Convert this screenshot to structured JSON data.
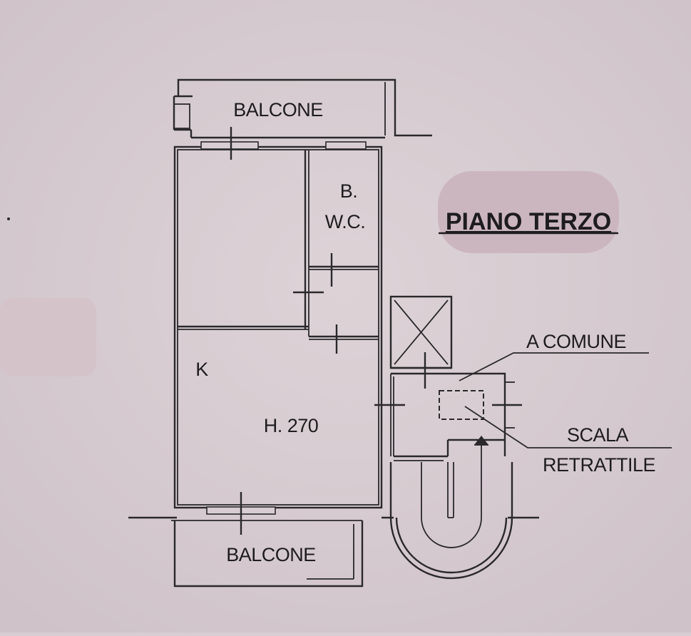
{
  "title": "PIANO TERZO",
  "labels": {
    "balcone_top": "BALCONE",
    "balcone_bottom": "BALCONE",
    "bath_1": "B.",
    "bath_2": "W.C.",
    "kitchen": "K",
    "height": "H. 270",
    "common_area": "A COMUNE",
    "stair_1": "SCALA",
    "stair_2": "RETRATTILE"
  }
}
